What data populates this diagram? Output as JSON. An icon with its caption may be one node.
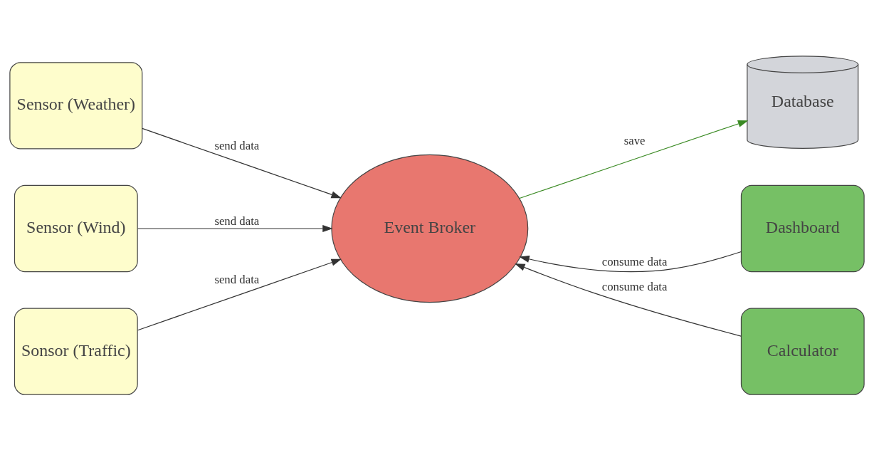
{
  "diagram": {
    "nodes": [
      {
        "text": [
          "Sensor (Weather)"
        ]
      },
      {
        "text": [
          "Sensor (Wind)"
        ]
      },
      {
        "text": [
          "Sonsor (Traffic)"
        ]
      },
      {
        "text": [
          "Event Broker"
        ]
      },
      {
        "text": [
          "Database"
        ]
      },
      {
        "text": [
          "Dashboard"
        ]
      },
      {
        "text": [
          "Calculator"
        ]
      }
    ],
    "edges": [
      {
        "from": 0,
        "to": 3,
        "arrow": "to",
        "label": "send data"
      },
      {
        "from": 1,
        "to": 3,
        "arrow": "to",
        "label": "send data"
      },
      {
        "from": 2,
        "to": 3,
        "arrow": "to",
        "label": "send data"
      },
      {
        "from": 3,
        "to": 4,
        "arrow": "to",
        "label": "save",
        "color": "#3a8a23"
      },
      {
        "from": 5,
        "to": 3,
        "arrow": "to",
        "label": "consume data"
      },
      {
        "from": 6,
        "to": 3,
        "arrow": "to",
        "label": "consume data"
      }
    ]
  }
}
